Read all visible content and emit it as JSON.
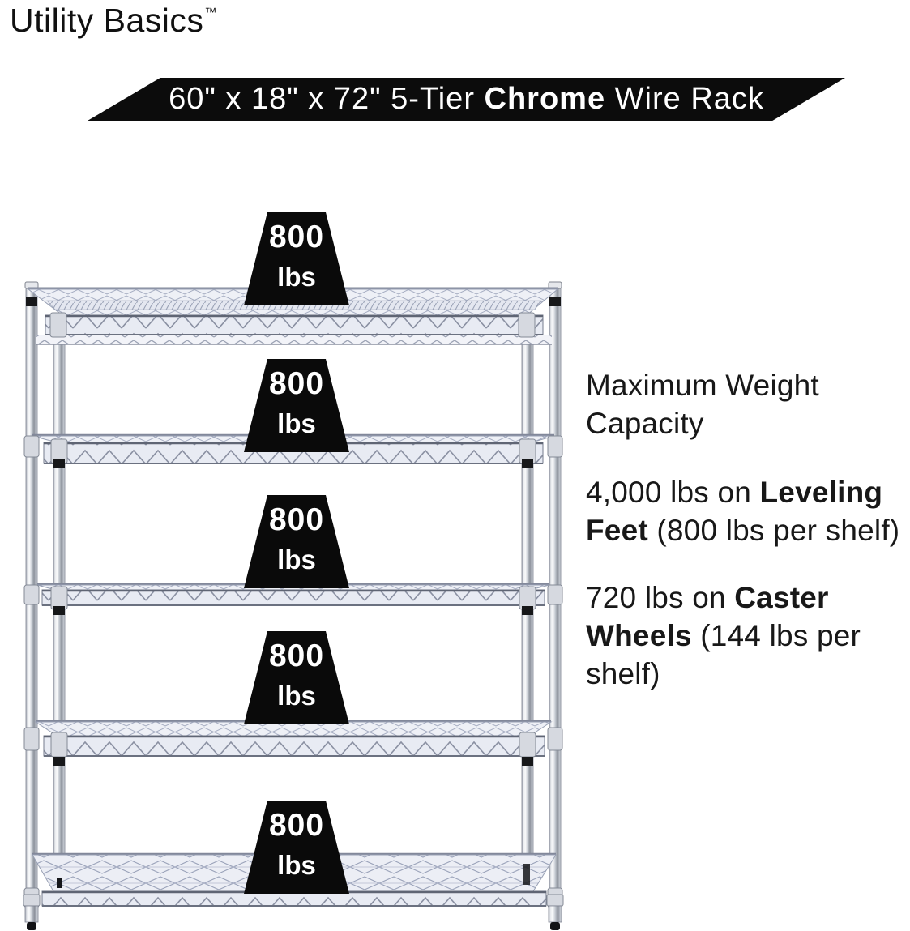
{
  "brand": {
    "name": "Utility Basics",
    "trademark": "™"
  },
  "banner": {
    "prefix": "60\" x 18\" x 72\" 5-Tier ",
    "highlight": "Chrome",
    "suffix": " Wire Rack",
    "bg_color": "#0c0c0c",
    "text_color": "#ffffff"
  },
  "weights": [
    {
      "value": "800",
      "unit": "lbs"
    },
    {
      "value": "800",
      "unit": "lbs"
    },
    {
      "value": "800",
      "unit": "lbs"
    },
    {
      "value": "800",
      "unit": "lbs"
    },
    {
      "value": "800",
      "unit": "lbs"
    }
  ],
  "right_panel": {
    "heading": "Maximum Weight Capacity",
    "leveling": {
      "pre": "4,000 lbs on ",
      "bold": "Leveling Feet",
      "post": " (800 lbs per shelf)"
    },
    "caster": {
      "pre": "720 lbs on ",
      "bold": "Caster Wheels",
      "post": " (144 lbs per shelf)"
    }
  },
  "rack": {
    "tier_count": 5,
    "finish": "Chrome",
    "weight_marker_color": "#0a0a0a"
  }
}
